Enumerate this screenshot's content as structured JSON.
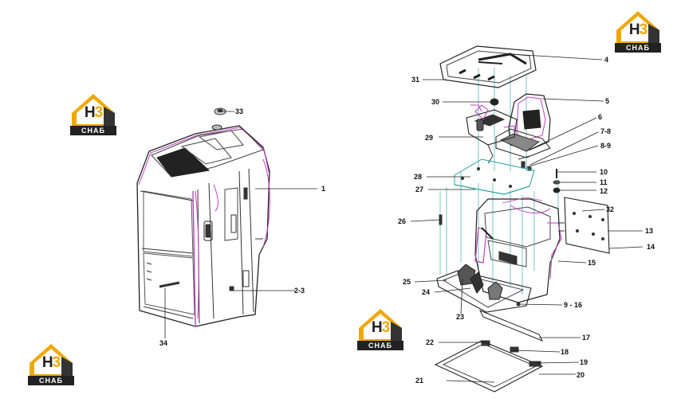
{
  "logo": {
    "h": "H",
    "n": "3",
    "sub": "СНАБ"
  },
  "colors": {
    "accent": "#c040c0",
    "guide": "#20a0a0",
    "logo_orange": "#f0a800",
    "line": "#333333"
  },
  "callouts": {
    "c1": "1",
    "c2_3": "2-3",
    "c33": "33",
    "c34": "34",
    "c4": "4",
    "c5": "5",
    "c6": "6",
    "c7_8": "7-8",
    "c8_9": "8-9",
    "c9_16": "9 - 16",
    "c10": "10",
    "c11": "11",
    "c12": "12",
    "c13": "13",
    "c14": "14",
    "c15": "15",
    "c17": "17",
    "c18": "18",
    "c19": "19",
    "c20": "20",
    "c21": "21",
    "c22": "22",
    "c23": "23",
    "c24": "24",
    "c25": "25",
    "c26": "26",
    "c27": "27",
    "c28": "28",
    "c29": "29",
    "c30": "30",
    "c31": "31",
    "c32": "32"
  }
}
